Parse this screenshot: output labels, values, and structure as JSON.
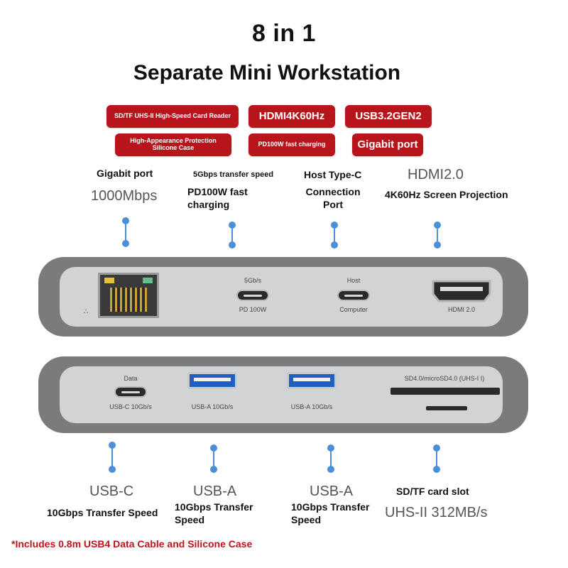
{
  "header": {
    "title": "8 in 1",
    "subtitle": "Separate Mini Workstation"
  },
  "badges": [
    {
      "text": "SD/TF UHS-II High-Speed Card Reader"
    },
    {
      "text": "HDMI4K60Hz"
    },
    {
      "text": "USB3.2GEN2"
    },
    {
      "text": "High-Appearance Protection Silicone Case"
    },
    {
      "text": "PD100W fast charging"
    },
    {
      "text": "Gigabit port"
    }
  ],
  "top_labels": {
    "gigabit": {
      "title": "Gigabit port",
      "value": "1000Mbps"
    },
    "pd": {
      "speed": "5Gbps transfer speed",
      "title": "PD100W fast charging"
    },
    "host": {
      "title": "Host Type-C",
      "sub": "Connection Port"
    },
    "hdmi": {
      "title": "HDMI2.0",
      "sub": "4K60Hz Screen Projection"
    }
  },
  "hub_top": {
    "ports": [
      {
        "top": "5Gb/s",
        "bottom": "PD 100W"
      },
      {
        "top": "Host",
        "bottom": "Computer"
      },
      {
        "bottom": "HDMI 2.0"
      }
    ]
  },
  "hub_bottom": {
    "ports": [
      {
        "top": "Data",
        "bottom": "USB-C 10Gb/s"
      },
      {
        "bottom": "USB-A 10Gb/s"
      },
      {
        "bottom": "USB-A 10Gb/s"
      },
      {
        "top": "SD4.0/microSD4.0 (UHS-I I)"
      }
    ]
  },
  "bottom_labels": {
    "usbc": {
      "title": "USB-C",
      "sub": "10Gbps Transfer Speed"
    },
    "usba1": {
      "title": "USB-A",
      "sub": "10Gbps Transfer Speed"
    },
    "usba2": {
      "title": "USB-A",
      "sub": "10Gbps Transfer Speed"
    },
    "sd": {
      "title": "SD/TF card slot",
      "sub": "UHS-II 312MB/s"
    }
  },
  "footer": "*Includes 0.8m USB4 Data Cable and Silicone Case",
  "colors": {
    "badge": "#b8141c",
    "connector": "#4a90d9",
    "hub": "#7a7b7d",
    "face": "#d2d3d5",
    "footer": "#c0141c"
  }
}
